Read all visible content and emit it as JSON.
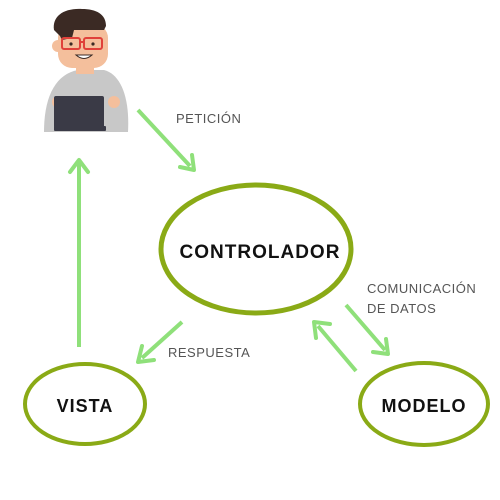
{
  "colors": {
    "ellipse_stroke": "#8aaa16",
    "arrow": "#8fe07a",
    "node_text": "#111111",
    "edge_text": "#555555",
    "user_hair": "#3b2a24",
    "user_skin": "#f4bf9c",
    "user_shirt": "#c8c8c8",
    "laptop": "#3a3a46",
    "glasses": "#e0413a"
  },
  "nodes": {
    "controlador": "CONTROLADOR",
    "vista": "VISTA",
    "modelo": "MODELO"
  },
  "edges": {
    "peticion": "PETICIÓN",
    "respuesta": "RESPUESTA",
    "comunicacion_line1": "COMUNICACIÓN",
    "comunicacion_line2": "DE DATOS"
  },
  "icons": {
    "user": "user-with-laptop-icon"
  }
}
